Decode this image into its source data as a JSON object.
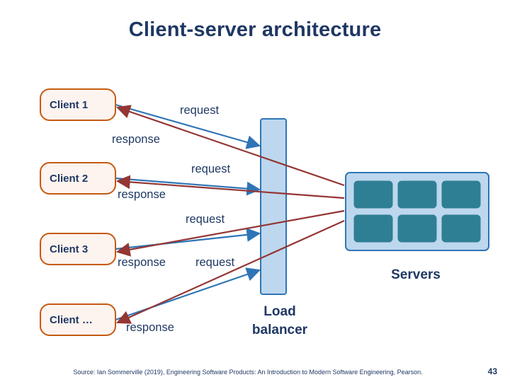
{
  "slide": {
    "title": "Client-server architecture",
    "source_note": "Source: Ian Sommerville (2019), Engineering Software Products: An Introduction to Modern Software Engineering, Pearson.",
    "page_number": "43"
  },
  "colors": {
    "title_text": "#1f3864",
    "client_border": "#c55a11",
    "client_fill": "#fdf3ef",
    "request_arrow": "#2e75b6",
    "response_arrow": "#943634",
    "load_balancer_fill": "#bdd7ee",
    "load_balancer_border": "#2e75b6",
    "server_box_fill": "#bdd7ee",
    "server_tile_fill": "#2f7f94"
  },
  "clients": [
    {
      "label": "Client 1"
    },
    {
      "label": "Client 2"
    },
    {
      "label": "Client 3"
    },
    {
      "label": "Client …"
    }
  ],
  "edge_labels": [
    {
      "text": "request"
    },
    {
      "text": "response"
    },
    {
      "text": "request"
    },
    {
      "text": "response"
    },
    {
      "text": "request"
    },
    {
      "text": "response"
    },
    {
      "text": "request"
    },
    {
      "text": "response"
    }
  ],
  "components": {
    "load_balancer": "Load\nbalancer",
    "load_balancer_line1": "Load",
    "load_balancer_line2": "balancer",
    "servers": "Servers"
  }
}
